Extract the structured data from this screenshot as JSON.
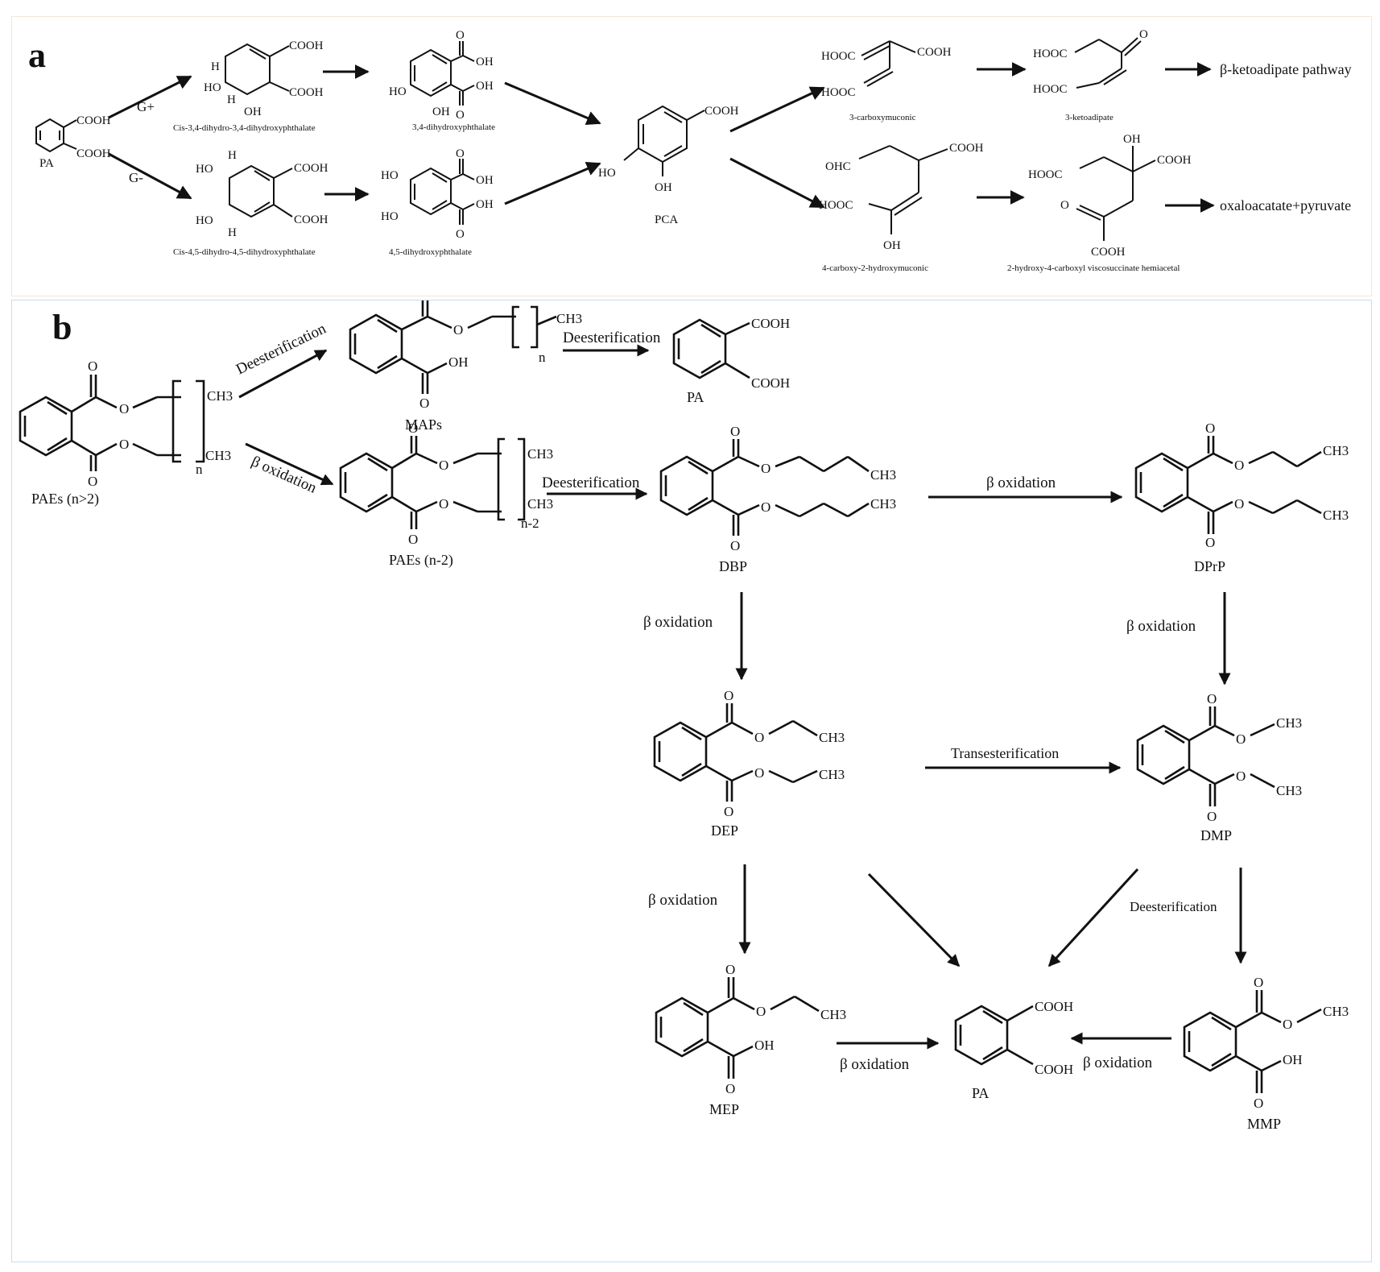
{
  "panel_a": {
    "label": "a",
    "compounds": {
      "pa": "PA",
      "cis34": "Cis-3,4-dihydro-3,4-dihydroxyphthalate",
      "dhp34": "3,4-dihydroxyphthalate",
      "cis45": "Cis-4,5-dihydro-4,5-dihydroxyphthalate",
      "dhp45": "4,5-dihydroxyphthalate",
      "pca": "PCA",
      "carboxymuconic": "3-carboxymuconic",
      "ketoadipate": "3-ketoadipate",
      "chm": "4-carboxy-2-hydroxymuconic",
      "hcvh": "2-hydroxy-4-carboxyl viscosuccinate hemiacetal"
    },
    "conditions": {
      "gplus": "G+",
      "gminus": "G-"
    },
    "products": {
      "ketoadipate_pathway": "β-ketoadipate pathway",
      "oxalo_pyruvate": "oxaloacatate+pyruvate"
    }
  },
  "panel_b": {
    "label": "b",
    "compounds": {
      "paes_n2": "PAEs (n>2)",
      "maps": "MAPs",
      "pa_top": "PA",
      "paes_nm2": "PAEs (n-2)",
      "dbp": "DBP",
      "dprp": "DPrP",
      "dep": "DEP",
      "dmp": "DMP",
      "mep": "MEP",
      "pa_bottom": "PA",
      "mmp": "MMP"
    },
    "reactions": {
      "deesterification": "Deesterification",
      "beta_oxidation": "β oxidation",
      "transesterification": "Transesterification"
    }
  },
  "groups": {
    "cooh": "COOH",
    "hooc": "HOOC",
    "oh": "OH",
    "ho": "HO",
    "h": "H",
    "o": "O",
    "ohc": "OHC",
    "ch3": "CH3",
    "n": "n",
    "n2": "n-2"
  }
}
